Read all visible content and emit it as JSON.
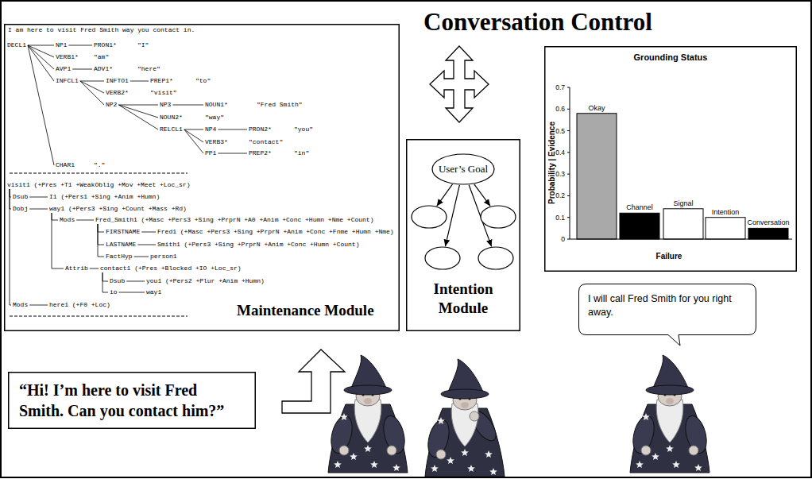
{
  "diagram": {
    "title": "Conversation Control",
    "nodes": [
      {
        "text": [
          "I am here to visit Fred Smith way you contact in.",
          "DECL1",
          "NP1",
          "PRON1*",
          "\"I\"",
          "VERB1*",
          "\"am\"",
          "AVP1",
          "ADV1*",
          "\"here\"",
          "INFCL1",
          "INFTO1",
          "PREP1*",
          "\"to\"",
          "VERB2*",
          "\"visit\"",
          "NP2",
          "NP3",
          "NOUN1*",
          "\"Fred Smith\"",
          "NOUN2*",
          "\"way\"",
          "RELCL1",
          "NP4",
          "PRON2*",
          "\"you\"",
          "VERB3*",
          "\"contact\"",
          "PP1",
          "PREP2*",
          "\"in\"",
          "CHAR1",
          "\".\"",
          "visit1 (+Pres +T1 +WeakOblig +Mov +Meet +Loc_sr)",
          "Dsub",
          "I1 (+Pers1 +Sing +Anim +Humn)",
          "Dobj",
          "way1 (+Pers3 +Sing +Count +Mass +Rd)",
          "Mods",
          "Fred_Smith1 (+Masc +Pers3 +Sing +PrprN +A0 +Anim +Conc +Humn +Nme +Count)",
          "FIRSTNAME",
          "Fred1 (+Masc +Pers3 +Sing +PrprN +Anim +Conc +Fnme +Humn +Nme)",
          "LASTNAME",
          "Smith1 (+Pers3 +Sing +PrprN +Anim +Conc +Humn +Count)",
          "FactHyp",
          "person1",
          "Attrib",
          "contact1 (+Pres +Blocked +IO +Loc_sr)",
          "Dsub",
          "you1 (+Pers2 +Plur +Anim +Humn)",
          "io",
          "way1",
          "Mods",
          "here1 (+F0 +Loc)",
          "Maintenance Module"
        ]
      },
      {
        "text": [
          "Intention Module"
        ]
      },
      {
        "text": [
          "User’s Goal"
        ],
        "in": 1
      },
      {
        "text": [],
        "in": 1
      },
      {
        "text": [],
        "in": 1
      },
      {
        "text": [],
        "in": 1
      },
      {
        "text": [],
        "in": 1
      },
      {
        "text": [
          "Grounding Status"
        ]
      },
      {
        "text": [
          "I will call Fred Smith for you right away."
        ]
      },
      {
        "text": [
          "“Hi! I’m here to visit Fred Smith. Can you contact him?”"
        ]
      }
    ],
    "edges": [
      {
        "from": 2,
        "to": 3,
        "arrow": "to"
      },
      {
        "from": 2,
        "to": 4,
        "arrow": "to"
      },
      {
        "from": 2,
        "to": 5,
        "arrow": "to"
      },
      {
        "from": 2,
        "to": 6,
        "arrow": "to"
      }
    ],
    "labels": [
      "0.7",
      "0.6",
      "0.5",
      "0.4",
      "0.3",
      "0.2",
      "0.1",
      "0",
      "Probability | Evidence",
      "Okay",
      "Channel",
      "Signal",
      "Intention",
      "Conversation",
      "Failure"
    ]
  }
}
